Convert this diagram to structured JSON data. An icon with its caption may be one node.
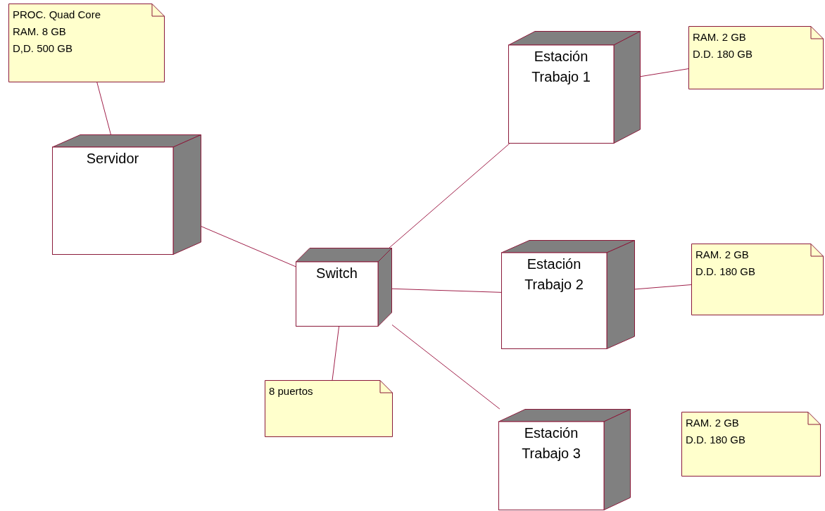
{
  "diagram": {
    "nodes": [
      {
        "text": [
          "PROC. Quad Core",
          "RAM. 8 GB",
          "D,D. 500 GB"
        ]
      },
      {
        "text": [
          "Servidor"
        ]
      },
      {
        "text": [
          "Switch"
        ]
      },
      {
        "text": [
          "8 puertos"
        ]
      },
      {
        "text": [
          "Estación Trabajo 1"
        ]
      },
      {
        "text": [
          "RAM. 2 GB",
          "D.D. 180 GB"
        ]
      },
      {
        "text": [
          "Estación Trabajo 2"
        ]
      },
      {
        "text": [
          "RAM. 2 GB",
          "D.D. 180 GB"
        ]
      },
      {
        "text": [
          "Estación Trabajo 3"
        ]
      },
      {
        "text": [
          "RAM. 2 GB",
          "D.D. 180 GB"
        ]
      }
    ],
    "edges": [
      {
        "from": 0,
        "to": 1,
        "arrow": "none"
      },
      {
        "from": 1,
        "to": 2,
        "arrow": "none"
      },
      {
        "from": 2,
        "to": 3,
        "arrow": "none"
      },
      {
        "from": 2,
        "to": 4,
        "arrow": "none"
      },
      {
        "from": 2,
        "to": 6,
        "arrow": "none"
      },
      {
        "from": 2,
        "to": 8,
        "arrow": "none"
      },
      {
        "from": 4,
        "to": 5,
        "arrow": "none"
      },
      {
        "from": 6,
        "to": 7,
        "arrow": "none"
      }
    ]
  }
}
